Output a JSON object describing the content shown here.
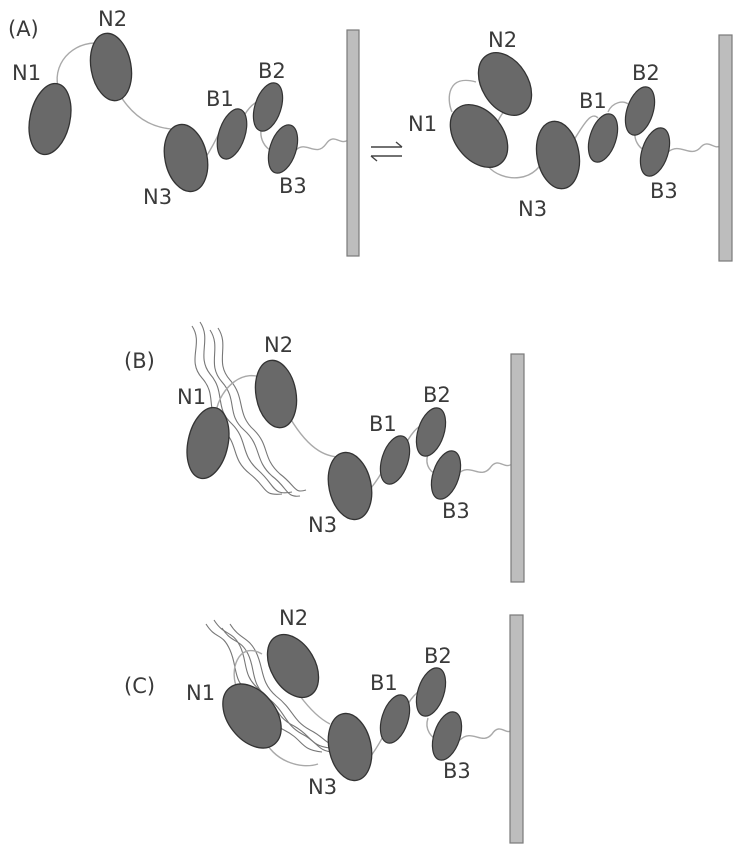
{
  "panels": [
    {
      "id": "A",
      "tag": "(A)",
      "left_state": {
        "N1": "N1",
        "N2": "N2",
        "N3": "N3",
        "B1": "B1",
        "B2": "B2",
        "B3": "B3"
      },
      "right_state": {
        "N1": "N1",
        "N2": "N2",
        "N3": "N3",
        "B1": "B1",
        "B2": "B2",
        "B3": "B3"
      }
    },
    {
      "id": "B",
      "tag": "(B)",
      "labels": {
        "N1": "N1",
        "N2": "N2",
        "N3": "N3",
        "B1": "B1",
        "B2": "B2",
        "B3": "B3"
      }
    },
    {
      "id": "C",
      "tag": "(C)",
      "labels": {
        "N1": "N1",
        "N2": "N2",
        "N3": "N3",
        "B1": "B1",
        "B2": "B2",
        "B3": "B3"
      }
    }
  ],
  "equilibrium_icon": "equilibrium-arrows-icon",
  "colors": {
    "domain_fill": "#696969",
    "linker": "#a9a9a9",
    "membrane": "#bdbdbd",
    "text": "#3a3a3a"
  }
}
